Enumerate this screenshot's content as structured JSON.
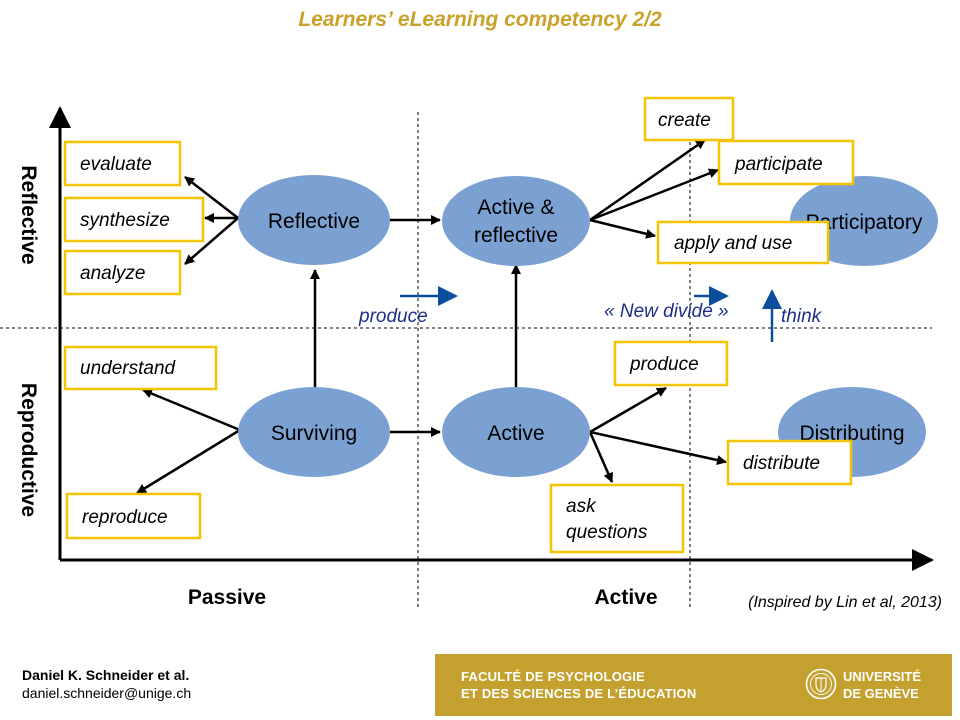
{
  "header": {
    "title": "Learners’ eLearning competency 2/2"
  },
  "axes": {
    "y_upper": "Reflective",
    "y_lower": "Reproductive",
    "x_left": "Passive",
    "x_right": "Active"
  },
  "nodes": {
    "reflective": [
      "Reflective"
    ],
    "active_reflective": [
      "Active &",
      "reflective"
    ],
    "participatory": [
      "Participatory"
    ],
    "surviving": [
      "Surviving"
    ],
    "active": [
      "Active"
    ],
    "distributing": [
      "Distributing"
    ]
  },
  "labels": {
    "evaluate": [
      "evaluate"
    ],
    "synthesize": [
      "synthesize"
    ],
    "analyze": [
      "analyze"
    ],
    "create": [
      "create"
    ],
    "participate": [
      "participate"
    ],
    "apply_and_use": [
      "apply and use"
    ],
    "understand": [
      "understand"
    ],
    "reproduce": [
      "reproduce"
    ],
    "produce_box": [
      "produce"
    ],
    "ask_questions": [
      "ask",
      "questions"
    ],
    "distribute": [
      "distribute"
    ]
  },
  "annotations": {
    "produce": "produce",
    "new_divide": "« New divide »",
    "think": "think",
    "inspired": "(Inspired by Lin et al, 2013)"
  },
  "footer": {
    "author": "Daniel K. Schneider et al.",
    "email": "daniel.schneider@unige.ch",
    "faculty_line1": "FACULTÉ DE PSYCHOLOGIE",
    "faculty_line2": "ET DES SCIENCES DE L’ÉDUCATION",
    "uni_line1": "UNIVERSITÉ",
    "uni_line2": "DE GENÈVE"
  },
  "colors": {
    "title": "#c9a22a",
    "ellipse": "#7ba0d2",
    "box_border": "#f5c400",
    "annotation": "#1f2f8a",
    "blue_arrow": "#0b4f9c",
    "banner": "#c4a12f"
  }
}
